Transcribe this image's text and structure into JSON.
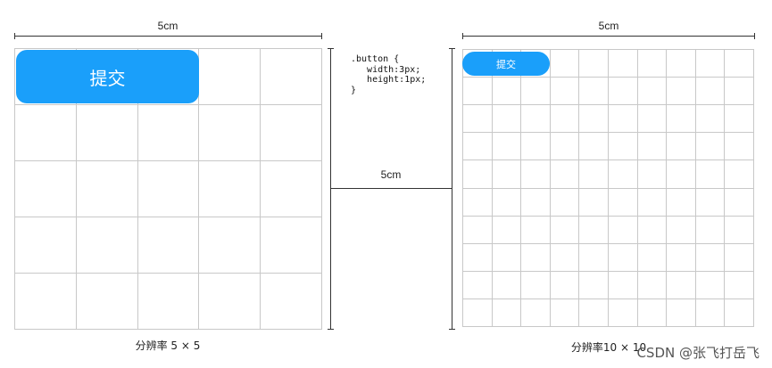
{
  "left_panel": {
    "dimension_label": "5cm",
    "button_label": "提交",
    "caption": "分辨率 5 × 5",
    "grid_columns": 5,
    "grid_rows": 5
  },
  "middle": {
    "code_lines": [
      ".button {",
      "   width:3px;",
      "   height:1px;",
      "}"
    ],
    "dimension_label": "5cm"
  },
  "right_panel": {
    "dimension_label": "5cm",
    "button_label": "提交",
    "caption": "分辨率10 × 10",
    "grid_columns": 10,
    "grid_rows": 10
  },
  "colors": {
    "button": "#1a9ffa",
    "grid_line": "#c8c8c8",
    "dimension_line": "#333333"
  },
  "watermark": "CSDN @张飞打岳飞"
}
